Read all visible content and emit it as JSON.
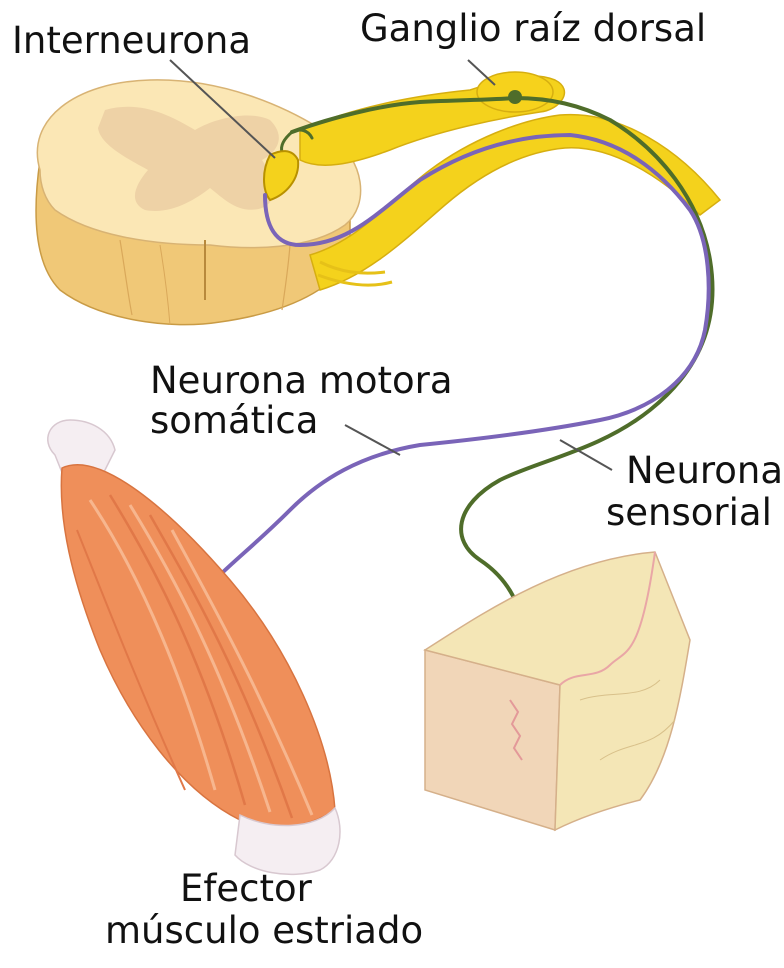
{
  "labels": {
    "interneuron": "Interneurona",
    "ganglion": "Ganglio raíz dorsal",
    "motor_line1": "Neurona motora",
    "motor_line2": "somática",
    "sensory_line1": "Neurona",
    "sensory_line2": "sensorial",
    "effector_line1": "Efector",
    "effector_line2": "músculo estriado"
  },
  "colors": {
    "spinal_white_matter": "#fbe7b5",
    "spinal_gray_matter": "#eed2a6",
    "spinal_side": "#f0c877",
    "nerve_yellow": "#f4d21c",
    "sensory_neuron": "#4f6d2a",
    "motor_neuron": "#7a64b8",
    "muscle": "#ef8f5a",
    "tendon": "#f5eef2",
    "skin_top": "#f4e6b6",
    "skin_side": "#f1d6b8"
  }
}
